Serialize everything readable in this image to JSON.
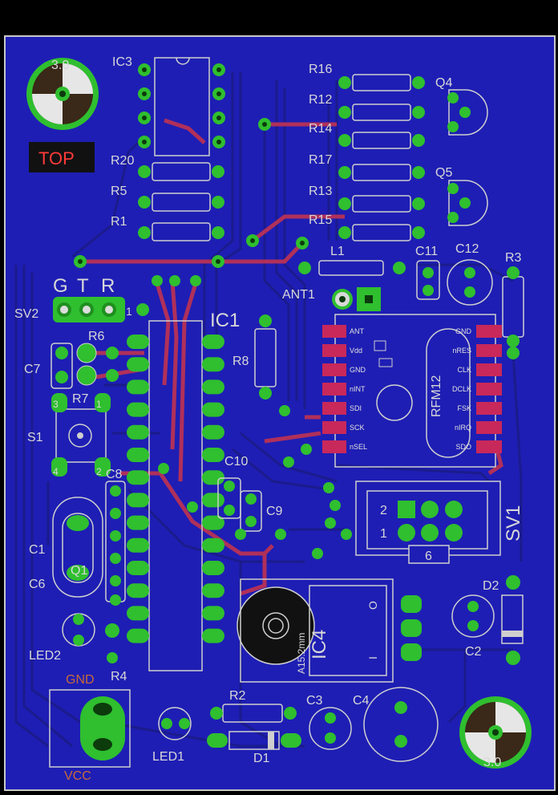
{
  "board": {
    "background": "#1e1eb4",
    "copper_bottom": "#17179a",
    "copper_top": "#b0305a",
    "pad_color": "#2fbf2f",
    "silk_color": "#d8d8d8"
  },
  "marks": {
    "top_label": "TOP",
    "hole_top_left": "3.0",
    "hole_bottom_right": "3.0",
    "buzzer_text": "A15.2mm"
  },
  "designators": {
    "ic3": "IC3",
    "ic1": "IC1",
    "ic4": "IC4",
    "r16": "R16",
    "r12": "R12",
    "r14": "R14",
    "r17": "R17",
    "r13": "R13",
    "r15": "R15",
    "r20": "R20",
    "r5": "R5",
    "r1": "R1",
    "r3": "R3",
    "r6": "R6",
    "r7": "R7",
    "r8": "R8",
    "r2": "R2",
    "r4": "R4",
    "q4": "Q4",
    "q5": "Q5",
    "q1": "Q1",
    "l1": "L1",
    "c11": "C11",
    "c12": "C12",
    "c7": "C7",
    "c8": "C8",
    "c10": "C10",
    "c9": "C9",
    "c1": "C1",
    "c6": "C6",
    "c3": "C3",
    "c4": "C4",
    "c2": "C2",
    "ant1": "ANT1",
    "sv2": "SV2",
    "sv1": "SV1",
    "s1": "S1",
    "led2": "LED2",
    "led1": "LED1",
    "d1": "D1",
    "d2": "D2"
  },
  "sv2_pins": {
    "g": "G",
    "t": "T",
    "r": "R",
    "one": "1"
  },
  "sv1_pins": {
    "two": "2",
    "one": "1",
    "six": "6"
  },
  "s1_pins": {
    "p3": "3",
    "p1": "1",
    "p4": "4",
    "p2": "2"
  },
  "ic4_pins": {
    "o": "O",
    "i": "I"
  },
  "rfm12": {
    "name": "RFM12",
    "left_pins": [
      "ANT",
      "Vdd",
      "GND",
      "nINT",
      "SDI",
      "SCK",
      "nSEL"
    ],
    "right_pins": [
      "GND",
      "nRES",
      "CLK",
      "DCLK",
      "FSK",
      "nIRQ",
      "SDO"
    ]
  },
  "connector": {
    "gnd": "GND",
    "vcc": "VCC"
  }
}
